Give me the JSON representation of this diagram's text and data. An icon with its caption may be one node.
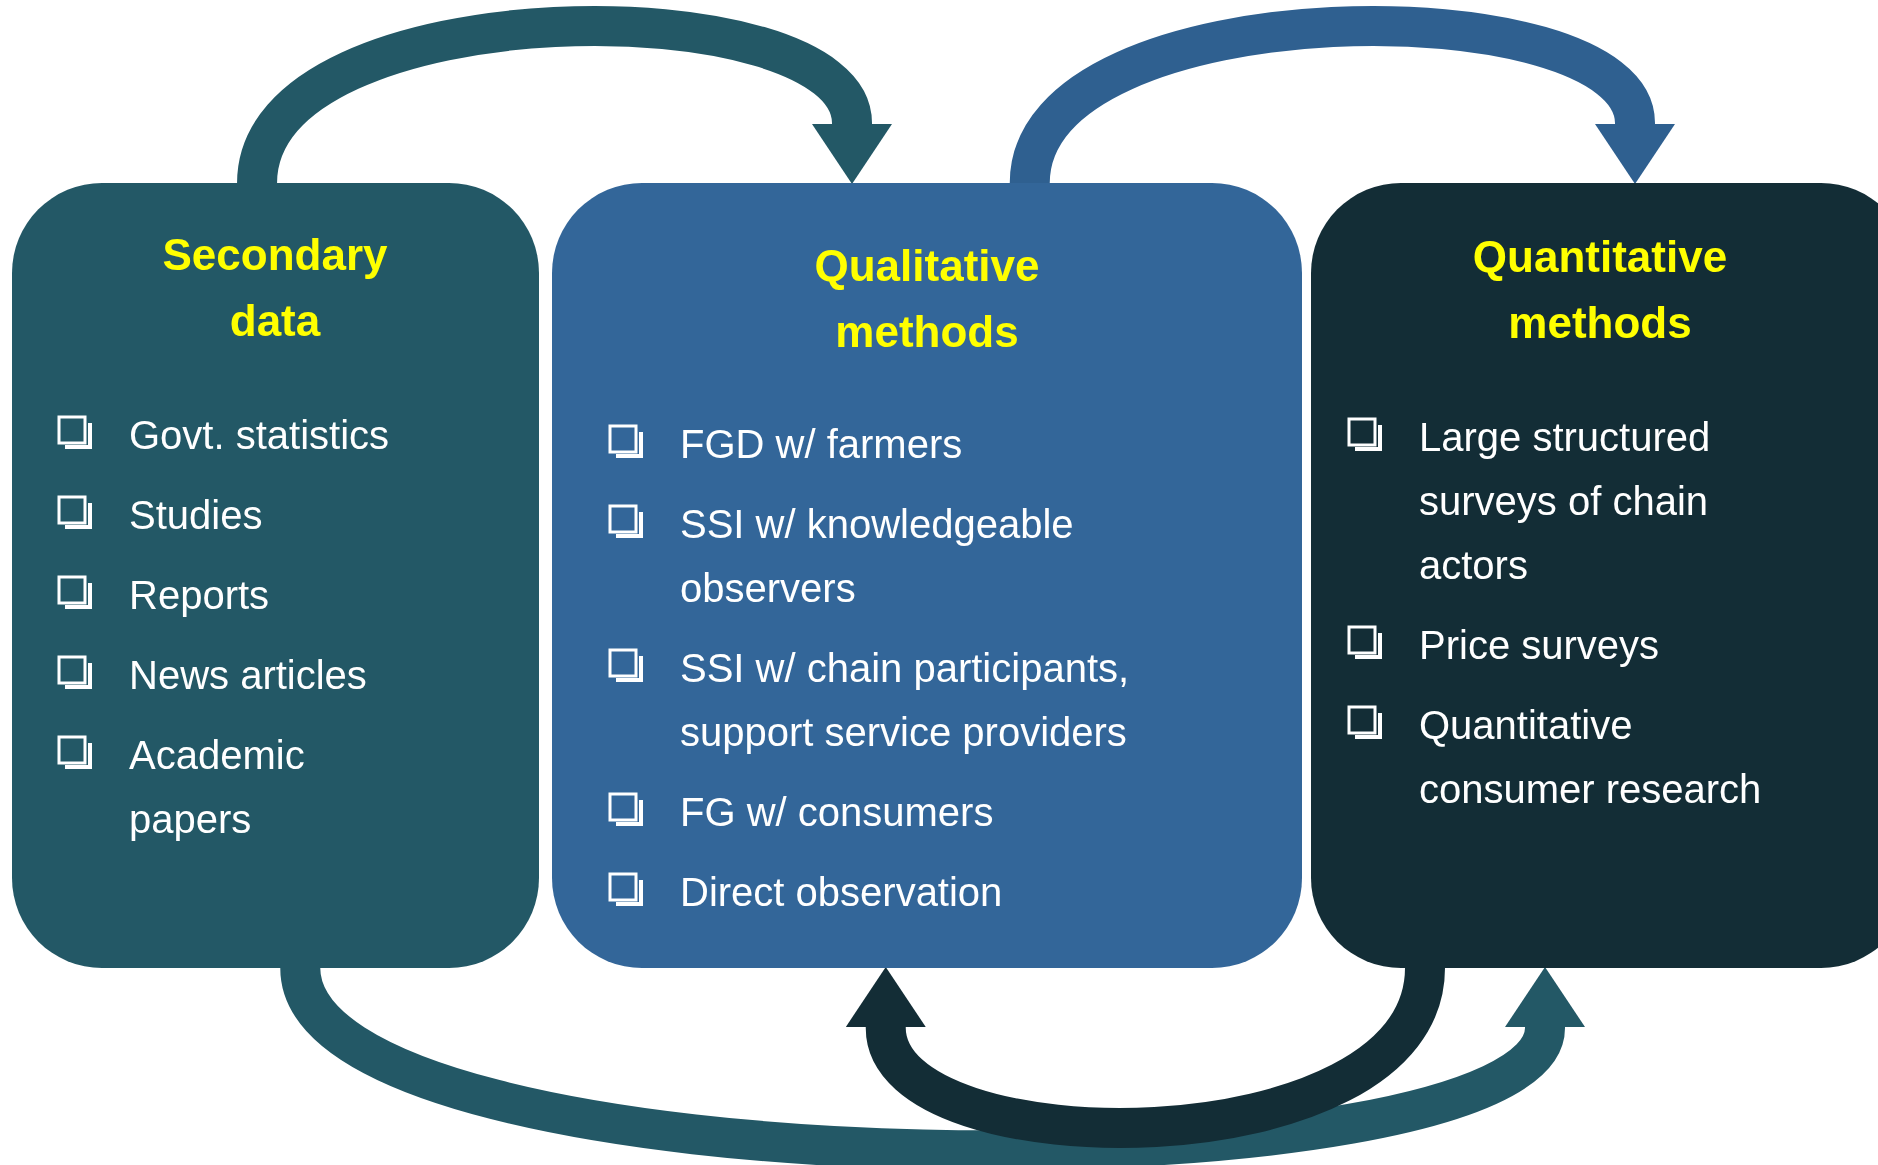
{
  "diagram": {
    "nodes": [
      {
        "text": [
          "Secondary data",
          "Govt. statistics",
          "Studies",
          "Reports",
          "News articles",
          "Academic papers"
        ]
      },
      {
        "text": [
          "Qualitative methods",
          "FGD w/ farmers",
          "SSI w/ knowledgeable observers",
          "SSI w/ chain participants, support service providers",
          "FG w/ consumers",
          "Direct observation"
        ]
      },
      {
        "text": [
          "Quantitative methods",
          "Large structured surveys of chain actors",
          "Price surveys",
          "Quantitative consumer research"
        ]
      }
    ],
    "edges": [
      {
        "from": 0,
        "to": 1,
        "arrow": "to",
        "color": "#235866"
      },
      {
        "from": 1,
        "to": 2,
        "arrow": "to",
        "color": "#2f6090"
      },
      {
        "from": 0,
        "to": 2,
        "arrow": "to",
        "color": "#235866"
      },
      {
        "from": 2,
        "to": 1,
        "arrow": "to",
        "color": "#132d36"
      }
    ]
  }
}
